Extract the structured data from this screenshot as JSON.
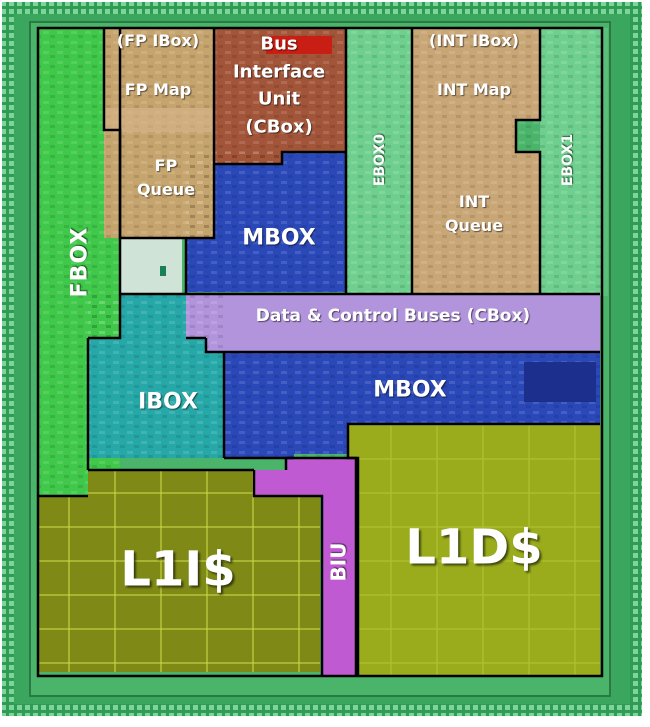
{
  "die_labels": {
    "fbox": "FBOX",
    "fp_ibox": "(FP IBox)",
    "fp_map": "FP Map",
    "fp_queue_line1": "FP",
    "fp_queue_line2": "Queue",
    "bus_interface_line1": "Bus",
    "bus_interface_line2": "Interface",
    "bus_interface_line3": "Unit",
    "bus_interface_line4": "(CBox)",
    "ebox0": "EBOX0",
    "int_ibox": "(INT IBox)",
    "int_map": "INT Map",
    "int_queue_line1": "INT",
    "int_queue_line2": "Queue",
    "ebox1": "EBOX1",
    "mbox_top": "MBOX",
    "buses": "Data & Control Buses (CBox)",
    "ibox": "IBOX",
    "mbox_mid": "MBOX",
    "l1i": "L1I$",
    "biu": "BIU",
    "l1d": "L1D$"
  },
  "colors": {
    "die_green": "#36b05a",
    "fbox": "#3fc84a",
    "fp_ibox": "#c6a46e",
    "bus_interface": "#a3553a",
    "ebox": "#6fcf8f",
    "int_ibox": "#c9a676",
    "mbox": "#2a48b8",
    "buses": "#b294dc",
    "ibox": "#27a8a8",
    "l1i": "#7f8a16",
    "biu": "#c05ad2",
    "l1d": "#9aac1c",
    "light_cell": "#cfe3d6"
  }
}
